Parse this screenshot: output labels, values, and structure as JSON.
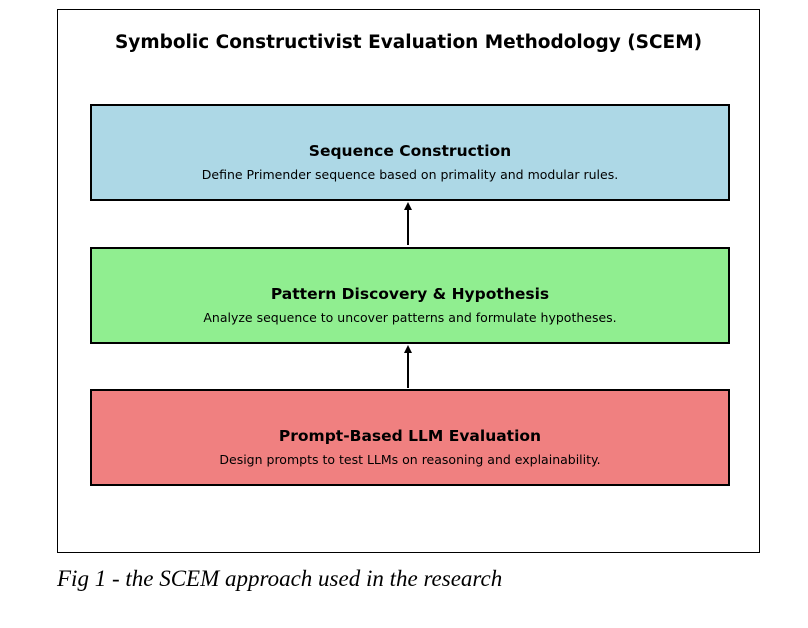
{
  "diagram": {
    "title": "Symbolic Constructivist Evaluation Methodology (SCEM)",
    "stages": [
      {
        "heading": "Sequence Construction",
        "description": "Define Primender sequence based on primality and modular rules.",
        "color": "#add8e6"
      },
      {
        "heading": "Pattern Discovery & Hypothesis",
        "description": "Analyze sequence to uncover patterns and formulate hypotheses.",
        "color": "#90ee90"
      },
      {
        "heading": "Prompt-Based LLM Evaluation",
        "description": "Design prompts to test LLMs on reasoning and explainability.",
        "color": "#f08080"
      }
    ],
    "connectors": [
      {
        "from": "Pattern Discovery & Hypothesis",
        "to": "Sequence Construction"
      },
      {
        "from": "Prompt-Based LLM Evaluation",
        "to": "Pattern Discovery & Hypothesis"
      }
    ]
  },
  "caption": "Fig 1 - the SCEM approach used in the research"
}
